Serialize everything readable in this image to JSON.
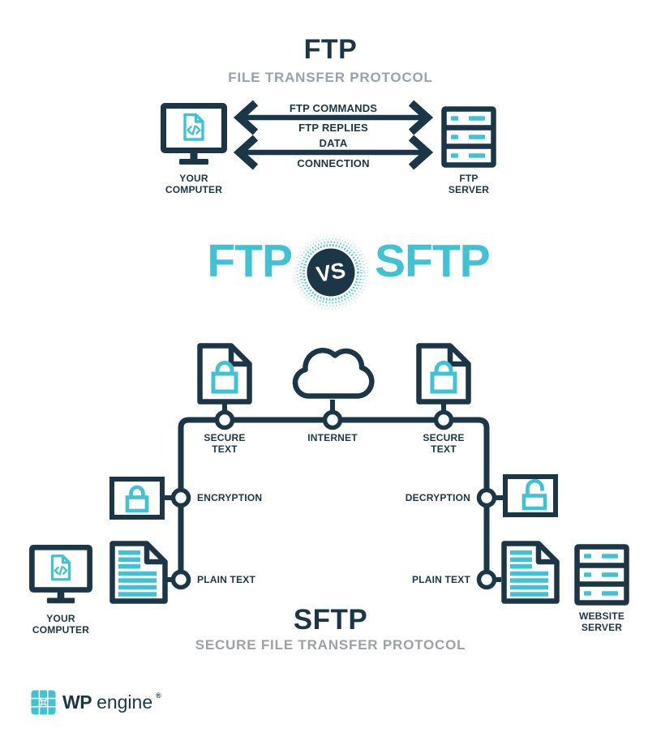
{
  "colors": {
    "navy": "#1b3747",
    "teal": "#3fc2d4",
    "gray": "#9aa1a7"
  },
  "ftp": {
    "title": "FTP",
    "subtitle": "FILE TRANSFER PROTOCOL",
    "arrow1_top": "FTP COMMANDS",
    "arrow1_bottom": "FTP REPLIES",
    "arrow2_top": "DATA",
    "arrow2_bottom": "CONNECTION",
    "computer_label": "YOUR\nCOMPUTER",
    "server_label": "FTP\nSERVER"
  },
  "versus": {
    "left": "FTP",
    "badge": "VS",
    "right": "SFTP"
  },
  "sftp": {
    "title": "SFTP",
    "subtitle": "SECURE FILE TRANSFER PROTOCOL",
    "secure_text_left": "SECURE TEXT",
    "internet": "INTERNET",
    "secure_text_right": "SECURE TEXT",
    "encryption": "ENCRYPTION",
    "decryption": "DECRYPTION",
    "plain_text_left": "PLAIN TEXT",
    "plain_text_right": "PLAIN TEXT",
    "computer_label": "YOUR\nCOMPUTER",
    "server_label": "WEBSITE\nSERVER"
  },
  "footer": {
    "brand_bold": "WP",
    "brand_light": "engine",
    "registered": "®"
  }
}
